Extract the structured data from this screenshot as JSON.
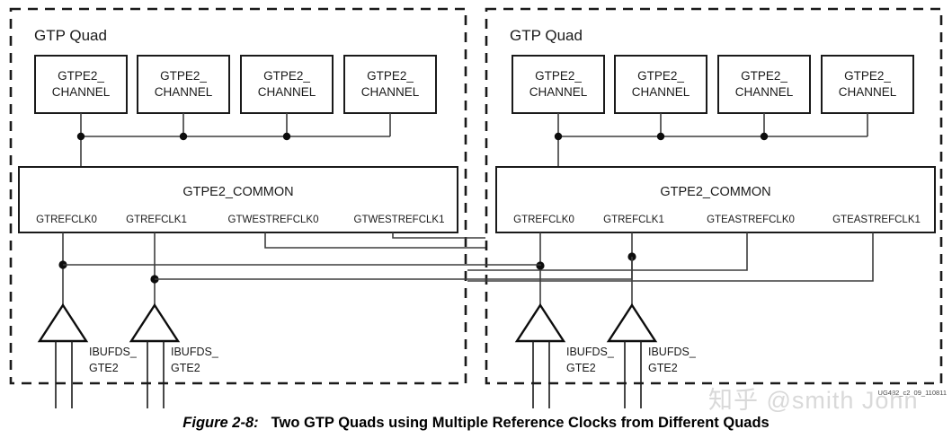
{
  "figure": {
    "number": "Figure 2-8:",
    "caption": "Two GTP Quads using Multiple Reference Clocks from Different Quads",
    "id_tag": "UG482_c2_09_110811"
  },
  "watermark": {
    "text": "知乎 @smith John"
  },
  "colors": {
    "line": "#3d3d3d",
    "box_stroke": "#1a1a1a",
    "text": "#1a1a1a",
    "background": "#ffffff",
    "watermark": "#d9d9d9"
  },
  "quads": [
    {
      "title": "GTP Quad",
      "channels": [
        {
          "line1": "GTPE2_",
          "line2": "CHANNEL"
        },
        {
          "line1": "GTPE2_",
          "line2": "CHANNEL"
        },
        {
          "line1": "GTPE2_",
          "line2": "CHANNEL"
        },
        {
          "line1": "GTPE2_",
          "line2": "CHANNEL"
        }
      ],
      "common": {
        "title": "GTPE2_COMMON",
        "ports": [
          "GTREFCLK0",
          "GTREFCLK1",
          "GTWESTREFCLK0",
          "GTWESTREFCLK1"
        ]
      },
      "buffers": [
        {
          "line1": "IBUFDS_",
          "line2": "GTE2"
        },
        {
          "line1": "IBUFDS_",
          "line2": "GTE2"
        }
      ]
    },
    {
      "title": "GTP Quad",
      "channels": [
        {
          "line1": "GTPE2_",
          "line2": "CHANNEL"
        },
        {
          "line1": "GTPE2_",
          "line2": "CHANNEL"
        },
        {
          "line1": "GTPE2_",
          "line2": "CHANNEL"
        },
        {
          "line1": "GTPE2_",
          "line2": "CHANNEL"
        }
      ],
      "common": {
        "title": "GTPE2_COMMON",
        "ports": [
          "GTREFCLK0",
          "GTREFCLK1",
          "GTEASTREFCLK0",
          "GTEASTREFCLK1"
        ]
      },
      "buffers": [
        {
          "line1": "IBUFDS_",
          "line2": "GTE2"
        },
        {
          "line1": "IBUFDS_",
          "line2": "GTE2"
        }
      ]
    }
  ]
}
